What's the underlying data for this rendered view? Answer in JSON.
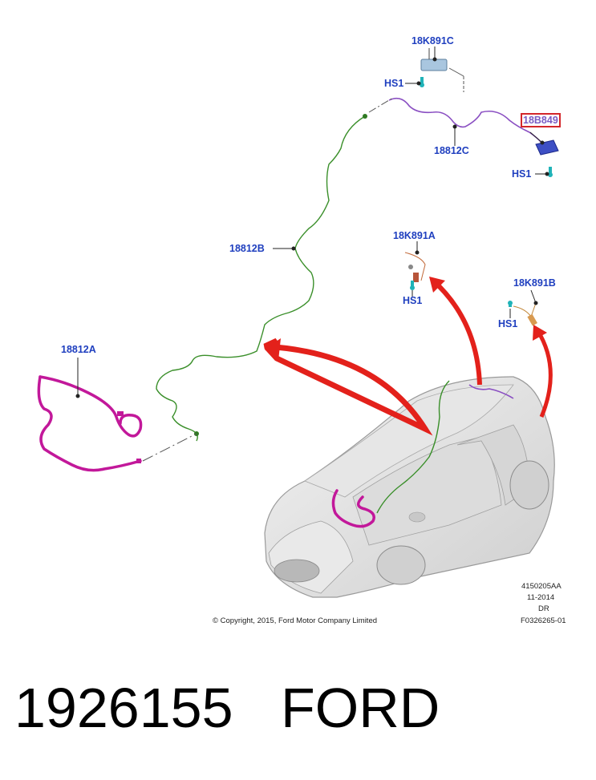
{
  "callouts": {
    "c18K891C": "18K891C",
    "hs1_top": "HS1",
    "c18812C": "18812C",
    "c18B849": "18B849",
    "hs1_right": "HS1",
    "c18K891A": "18K891A",
    "hs1_mid": "HS1",
    "c18K891B": "18K891B",
    "hs1_b": "HS1",
    "c18812B": "18812B",
    "c18812A": "18812A"
  },
  "footer": {
    "code1": "4150205AA",
    "date": "11-2014",
    "dr": "DR",
    "code2": "F0326265-01",
    "copyright": "© Copyright, 2015, Ford Motor Company Limited"
  },
  "bottom": {
    "part_number": "1926155",
    "brand": "FORD"
  },
  "colors": {
    "callout_text": "#1f3fbf",
    "harness_a": "#c2189a",
    "harness_b": "#3a8f2a",
    "harness_c": "#8a4fc2",
    "arrow": "#e3211b",
    "highlight_border": "#d3272b"
  }
}
